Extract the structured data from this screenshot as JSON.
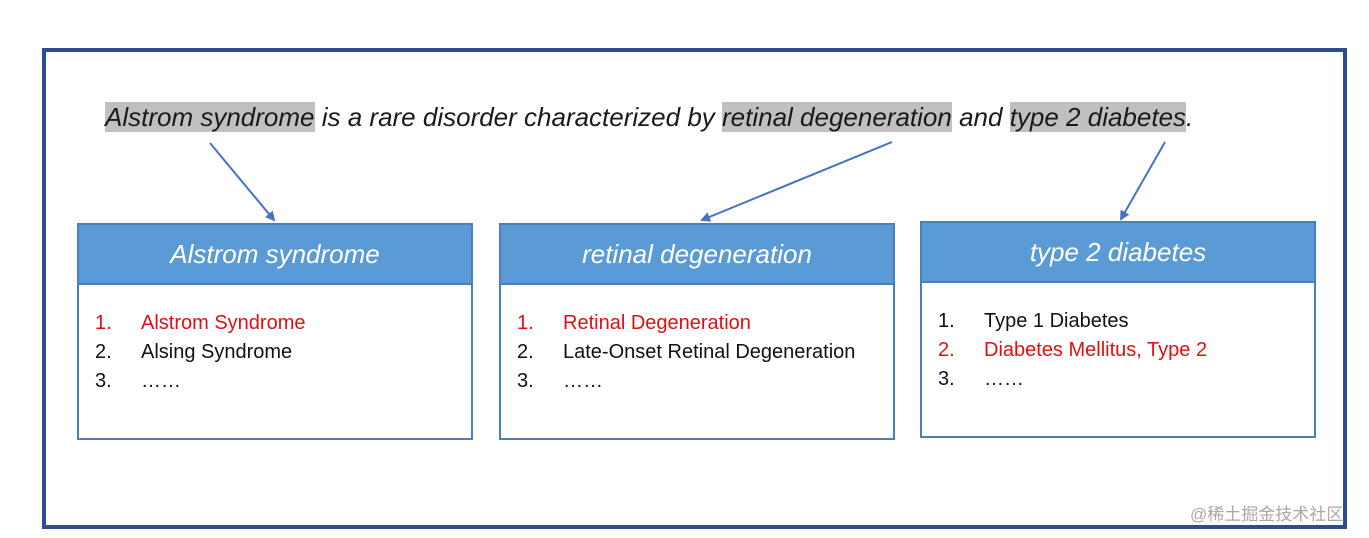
{
  "sentence": {
    "term1": "Alstrom syndrome",
    "text1": " is a rare disorder characterized by ",
    "term2": "retinal degeneration",
    "text2": " and ",
    "term3": "type 2 diabetes",
    "text3": "."
  },
  "boxes": [
    {
      "title": "Alstrom syndrome",
      "items": [
        {
          "num": "1.",
          "text": "Alstrom Syndrome",
          "highlight": true
        },
        {
          "num": "2.",
          "text": "Alsing Syndrome",
          "highlight": false
        },
        {
          "num": "3.",
          "text": "……",
          "highlight": false
        }
      ]
    },
    {
      "title": "retinal degeneration",
      "items": [
        {
          "num": "1.",
          "text": "Retinal Degeneration",
          "highlight": true
        },
        {
          "num": "2.",
          "text": "Late-Onset Retinal Degeneration",
          "highlight": false
        },
        {
          "num": "3.",
          "text": "……",
          "highlight": false
        }
      ]
    },
    {
      "title": "type 2 diabetes",
      "items": [
        {
          "num": "1.",
          "text": "Type 1 Diabetes",
          "highlight": false
        },
        {
          "num": "2.",
          "text": "Diabetes Mellitus, Type 2",
          "highlight": true
        },
        {
          "num": "3.",
          "text": "……",
          "highlight": false
        }
      ]
    }
  ],
  "watermark": "@稀土掘金技术社区",
  "colors": {
    "frame": "#2e4d8f",
    "header": "#5b9bd5",
    "highlight_bg": "#c0c0c0",
    "match_red": "#e01010",
    "arrow": "#4472c4"
  }
}
